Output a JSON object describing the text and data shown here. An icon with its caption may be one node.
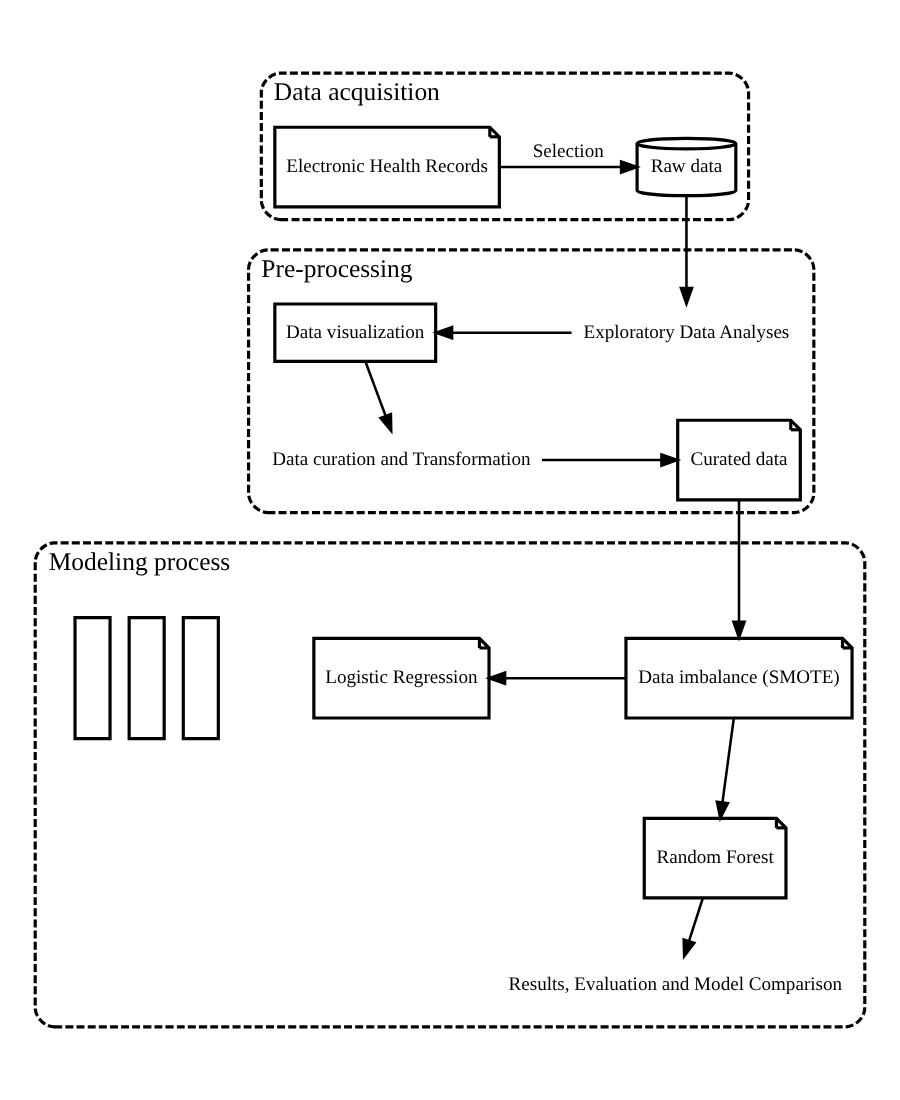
{
  "diagram": {
    "nodes": [
      {
        "text": [
          "Data acquisition"
        ]
      },
      {
        "text": [
          "Electronic Health Records"
        ],
        "in": 0
      },
      {
        "text": [
          "Raw data"
        ],
        "in": 0
      },
      {
        "text": [
          "Pre-processing"
        ]
      },
      {
        "text": [
          "Data visualization"
        ],
        "in": 3
      },
      {
        "text": [
          "Exploratory Data Analyses"
        ],
        "in": 3
      },
      {
        "text": [
          "Data curation and Transformation"
        ],
        "in": 3
      },
      {
        "text": [
          "Curated data"
        ],
        "in": 3
      },
      {
        "text": [
          "Modeling process"
        ]
      },
      {
        "text": [
          "Logistic Regression"
        ],
        "in": 8
      },
      {
        "text": [
          "Random Forest"
        ],
        "in": 8
      },
      {
        "text": [
          "Data imbalance (SMOTE)"
        ],
        "in": 8
      },
      {
        "text": [
          "Results, Evaluation and Model Comparison"
        ],
        "in": 8
      },
      {
        "text": [],
        "shape": "picture",
        "in": 8
      }
    ],
    "edges": [
      {
        "from": 1,
        "to": 2,
        "arrow": "to",
        "label": "Selection"
      },
      {
        "from": 2,
        "to": 5,
        "arrow": "to"
      },
      {
        "from": 5,
        "to": 4,
        "arrow": "to"
      },
      {
        "from": 4,
        "to": 6,
        "arrow": "to"
      },
      {
        "from": 6,
        "to": 7,
        "arrow": "to"
      },
      {
        "from": 7,
        "to": 11,
        "arrow": "to"
      },
      {
        "from": 11,
        "to": 9,
        "arrow": "to"
      },
      {
        "from": 11,
        "to": 10,
        "arrow": "to"
      },
      {
        "from": 10,
        "to": 12,
        "arrow": "to"
      }
    ]
  }
}
